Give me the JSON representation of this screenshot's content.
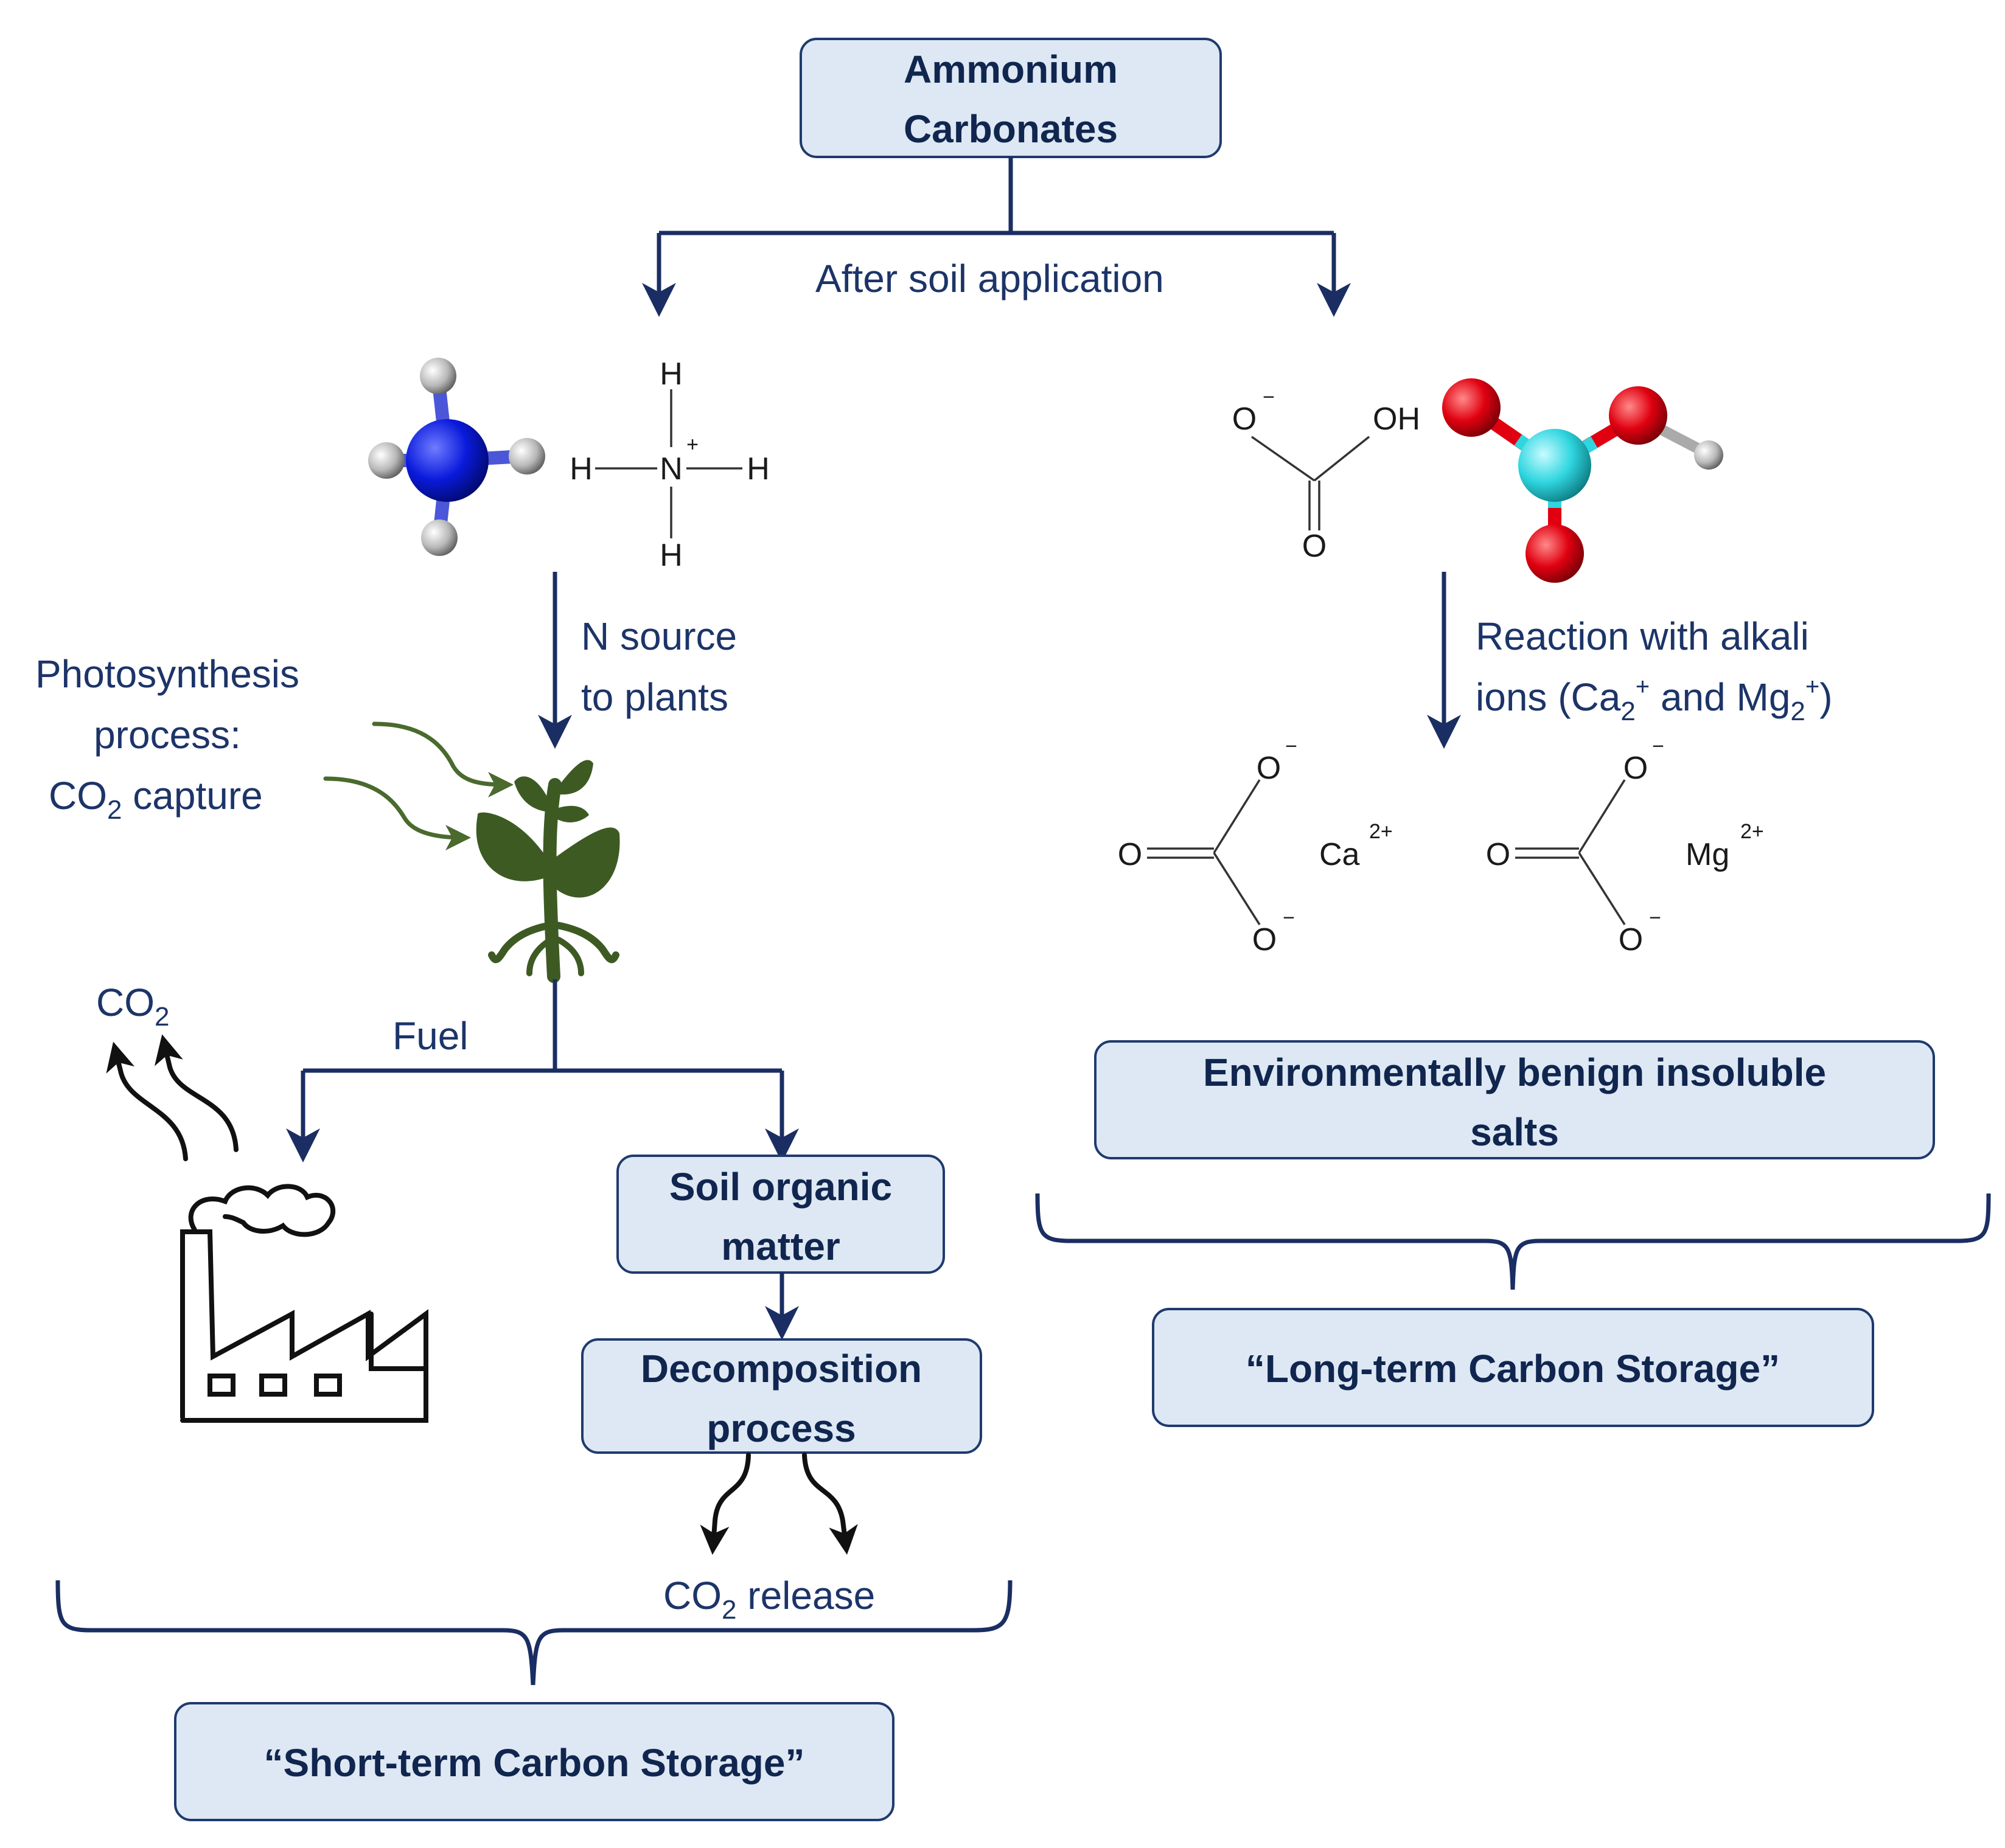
{
  "top_box": {
    "line1": "Ammonium",
    "line2": "Carbonates"
  },
  "after_soil": "After soil application",
  "ammonium": {
    "h": "H",
    "n": "N",
    "plus": "+"
  },
  "bicarbonate": {
    "o_minus": "O",
    "minus": "−",
    "oh": "OH",
    "o": "O"
  },
  "n_source": {
    "line1": "N source",
    "line2": "to plants"
  },
  "reaction": {
    "line1": "Reaction with alkali",
    "line2_a": "ions (Ca",
    "sub": "2",
    "sup": "+",
    "line2_b": " and Mg",
    "line2_c": ")"
  },
  "photo": {
    "line1": "Photosynthesis",
    "line2": "process:",
    "co": "CO",
    "sub": "2",
    "tail": " capture"
  },
  "salts": {
    "o": "O",
    "minus": "−",
    "ca": "Ca",
    "mg": "Mg",
    "charge": "2+"
  },
  "co2_top": {
    "co": "CO",
    "sub": "2"
  },
  "fuel": "Fuel",
  "benign_box": {
    "line1": "Environmentally benign insoluble",
    "line2": "salts"
  },
  "soil_box": {
    "line1": "Soil organic",
    "line2": "matter"
  },
  "decomp_box": {
    "line1": "Decomposition",
    "line2": "process"
  },
  "long_box": "“Long-term Carbon Storage”",
  "co2_release": {
    "co": "CO",
    "sub": "2",
    "tail": " release"
  },
  "short_box": "“Short-term Carbon Storage”",
  "colors": {
    "box_fill": "#dde8f4",
    "box_border": "#1f3a6e",
    "arrow": "#1a2e63",
    "plant": "#3d5a23",
    "nitrogen": "#0a1adb",
    "oxygen": "#e00010",
    "carbon": "#2fd6e0",
    "hydrogen": "#b8b8b8"
  },
  "icons": [
    "ammonium-ball-stick-icon",
    "bicarbonate-ball-stick-icon",
    "plant-seedling-icon",
    "factory-icon",
    "smoke-arrow-icon"
  ]
}
